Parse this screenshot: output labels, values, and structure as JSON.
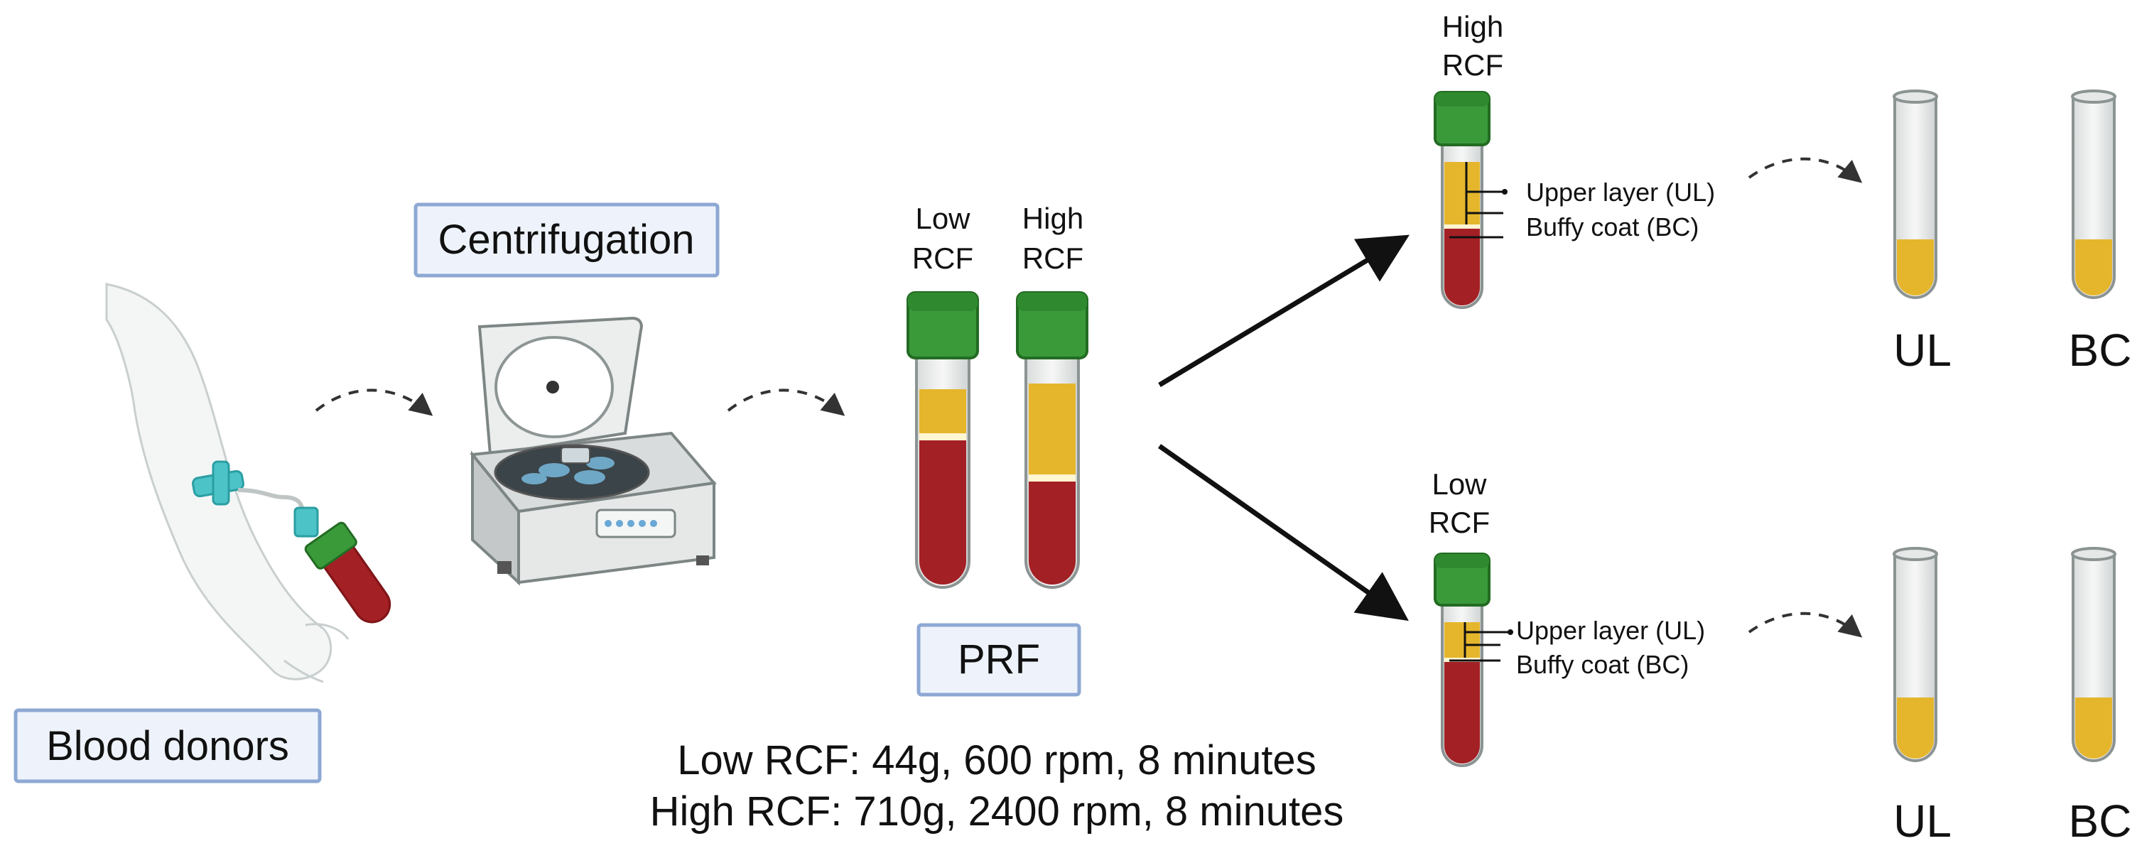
{
  "labels": {
    "blood_donors": "Blood donors",
    "centrifugation": "Centrifugation",
    "prf": "PRF"
  },
  "prf_tubes": {
    "low_line1": "Low",
    "low_line2": "RCF",
    "high_line1": "High",
    "high_line2": "RCF"
  },
  "parameters": {
    "low": "Low RCF: 44g, 600 rpm, 8 minutes",
    "high": "High RCF: 710g, 2400 rpm, 8 minutes"
  },
  "top_branch": {
    "tube_line1": "High",
    "tube_line2": "RCF",
    "upper_layer": "Upper layer (UL)",
    "buffy_coat": "Buffy coat (BC)",
    "sample_ul": "UL",
    "sample_bc": "BC"
  },
  "bottom_branch": {
    "tube_line1": "Low",
    "tube_line2": "RCF",
    "upper_layer": "Upper layer (UL)",
    "buffy_coat": "Buffy coat (BC)",
    "sample_ul": "UL",
    "sample_bc": "BC"
  },
  "colors": {
    "blood": "#a32025",
    "plasma": "#e5b62c",
    "cap": "#3a9a3a",
    "box_fill": "#eef3fb",
    "box_border": "#8ea8d4",
    "tourniquet": "#4cc3c7"
  },
  "icons": [
    "arm-icon",
    "centrifuge-icon",
    "test-tube-icon",
    "arrow-icon"
  ]
}
